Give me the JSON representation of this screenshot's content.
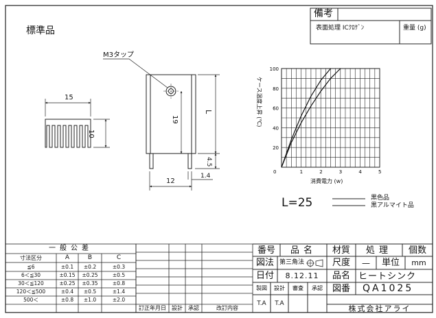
{
  "header": {
    "standard_label": "標準品",
    "remarks_label": "備考",
    "surface_treatment": "表面処理 ICｸﾛｹﾞﾝ",
    "weight_label": "重量 (g)"
  },
  "drawing": {
    "tap_label": "M3タップ",
    "dim_width": "15",
    "dim_height_side": "10",
    "dim_19": "19",
    "dim_L": "L",
    "dim_4_5": "4.5",
    "dim_12": "12",
    "dim_1_4": "1.4"
  },
  "chart_data": {
    "type": "line",
    "title": "",
    "xlabel": "消費電力 (w)",
    "ylabel": "ケース温度上昇 (℃)",
    "x_ticks": [
      "0",
      "1",
      "2",
      "3",
      "4",
      "5"
    ],
    "y_ticks": [
      "0",
      "20",
      "40",
      "60",
      "80",
      "100"
    ],
    "xlim": [
      0,
      5
    ],
    "ylim": [
      0,
      100
    ],
    "series": [
      {
        "x": [
          0,
          0.5,
          1,
          1.5,
          2,
          2.5
        ],
        "y": [
          0,
          28,
          52,
          72,
          88,
          100
        ]
      },
      {
        "x": [
          0,
          0.5,
          1,
          1.5,
          2,
          2.5,
          3
        ],
        "y": [
          0,
          25,
          45,
          62,
          77,
          90,
          100
        ]
      }
    ]
  },
  "variant": {
    "l_value": "L=25",
    "legend_items": [
      "黒色品",
      "黒アルマイト品"
    ]
  },
  "tolerance": {
    "title": "一般公差",
    "header": [
      "寸法区分",
      "A",
      "B",
      "C"
    ],
    "rows": [
      [
        "≦6",
        "±0.1",
        "±0.2",
        "±0.3"
      ],
      [
        "6＜≦30",
        "±0.15",
        "±0.25",
        "±0.5"
      ],
      [
        "30＜≦120",
        "±0.25",
        "±0.35",
        "±0.8"
      ],
      [
        "120＜≦500",
        "±0.4",
        "±0.5",
        "±1.4"
      ],
      [
        "500＜",
        "±0.8",
        "±1.0",
        "±2.0"
      ]
    ],
    "revision_headers": [
      "訂正年月日",
      "設計",
      "承認",
      "改訂内容"
    ]
  },
  "title_block": {
    "number_label": "番号",
    "item_name_label": "品名",
    "material_label": "材質",
    "treatment_label": "処理",
    "quantity_label": "個数",
    "method_label": "図法",
    "method_value": "第三角法",
    "scale_label": "尺度",
    "scale_value": "—",
    "unit_label": "単位",
    "unit_value": "mm",
    "date_label": "日付",
    "date_value": "8.12.11",
    "product_label": "品名",
    "product_value": "ヒートシンク",
    "draft_label": "製図",
    "design_label": "設計",
    "check_label": "審査",
    "approve_label": "承認",
    "drawing_no_label": "図番",
    "drawing_no_value": "QA1025",
    "sign_1": "T.A",
    "sign_2": "T.A",
    "company": "株式会社アライ"
  }
}
